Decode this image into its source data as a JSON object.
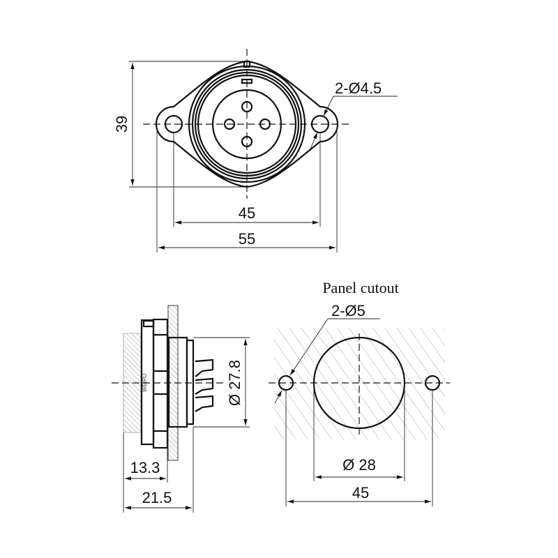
{
  "front_view": {
    "height_dim": "39",
    "hole_spacing_dim": "45",
    "width_dim": "55",
    "hole_label": "2-Ø4.5"
  },
  "side_view": {
    "diameter_dim": "Ø 27.8",
    "depth_dim_1": "13.3",
    "depth_dim_2": "21.5",
    "logo": "WEIPU"
  },
  "panel_cutout": {
    "title": "Panel cutout",
    "hole_label": "2-Ø5",
    "center_dim": "Ø 28",
    "hole_spacing_dim": "45"
  }
}
